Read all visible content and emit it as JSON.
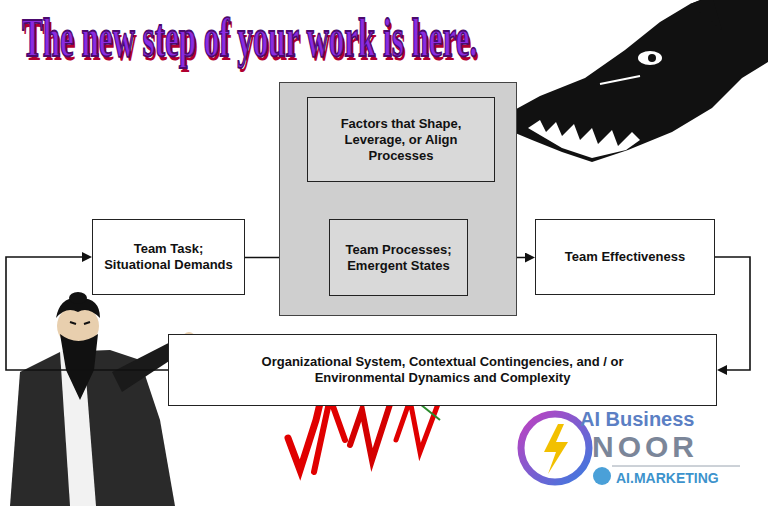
{
  "diagram": {
    "title": "The new step of your work is here.",
    "nodes": [
      {
        "text": []
      },
      {
        "text": [
          "Factors that Shape, Leverage, or Align Processes"
        ],
        "in": 0
      },
      {
        "text": [
          "Team Processes; Emergent States"
        ],
        "in": 0
      },
      {
        "text": [
          "Team Task; Situational Demands"
        ]
      },
      {
        "text": [
          "Team Effectiveness"
        ]
      },
      {
        "text": [
          "Organizational System, Contextual Contingencies, and / or Environmental Dynamics and Complexity"
        ]
      }
    ],
    "edges": [
      {
        "from": 1,
        "to": 2,
        "arrow": "to"
      },
      {
        "from": 3,
        "to": 2,
        "arrow": "to"
      },
      {
        "from": 2,
        "to": 4,
        "arrow": "to"
      },
      {
        "from": 4,
        "to": 5,
        "arrow": "to"
      },
      {
        "from": 5,
        "to": 3,
        "arrow": "to"
      }
    ],
    "labels": [
      "AI Business",
      "NOOR",
      "AI.MARKETING"
    ]
  }
}
